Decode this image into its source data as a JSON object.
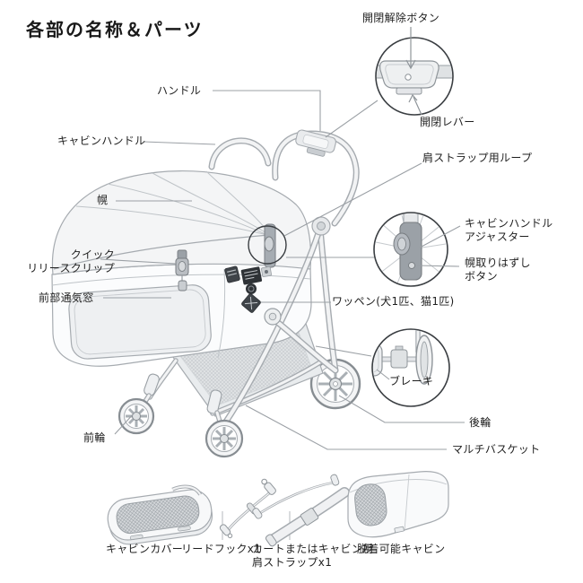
{
  "title": "各部の名称＆パーツ",
  "part_labels": {
    "handle": "ハンドル",
    "cabin_handle": "キャビンハンドル",
    "open_close_release_button": "開閉解除ボタン",
    "open_close_lever": "開閉レバー",
    "shoulder_strap_loop": "肩ストラップ用ループ",
    "canopy": "幌",
    "quick_release_clip": "クイック\nリリースクリップ",
    "front_vent_window": "前部通気窓",
    "cabin_handle_adjuster": "キャビンハンドル\nアジャスター",
    "canopy_release_button": "幌取りはずし\nボタン",
    "patch": "ワッペン(犬1匹、猫1匹)",
    "brake": "ブレーキ",
    "rear_wheel": "後輪",
    "multi_basket": "マルチバスケット",
    "front_wheel": "前輪"
  },
  "accessory_labels": {
    "cabin_cover": "キャビンカバー",
    "lead_hook": "リードフックx1",
    "shoulder_strap": "カートまたはキャビン用\n肩ストラップx1",
    "detachable_cabin": "脱着可能キャビン"
  },
  "colors": {
    "background": "#ffffff",
    "line_art": "#a6abb0",
    "leader_line": "#9ba0a5",
    "inset_circle": "#3a3e42",
    "dark_part": "#9ba1a7",
    "badge": "#2e3236",
    "text": "#1f1f1f"
  }
}
